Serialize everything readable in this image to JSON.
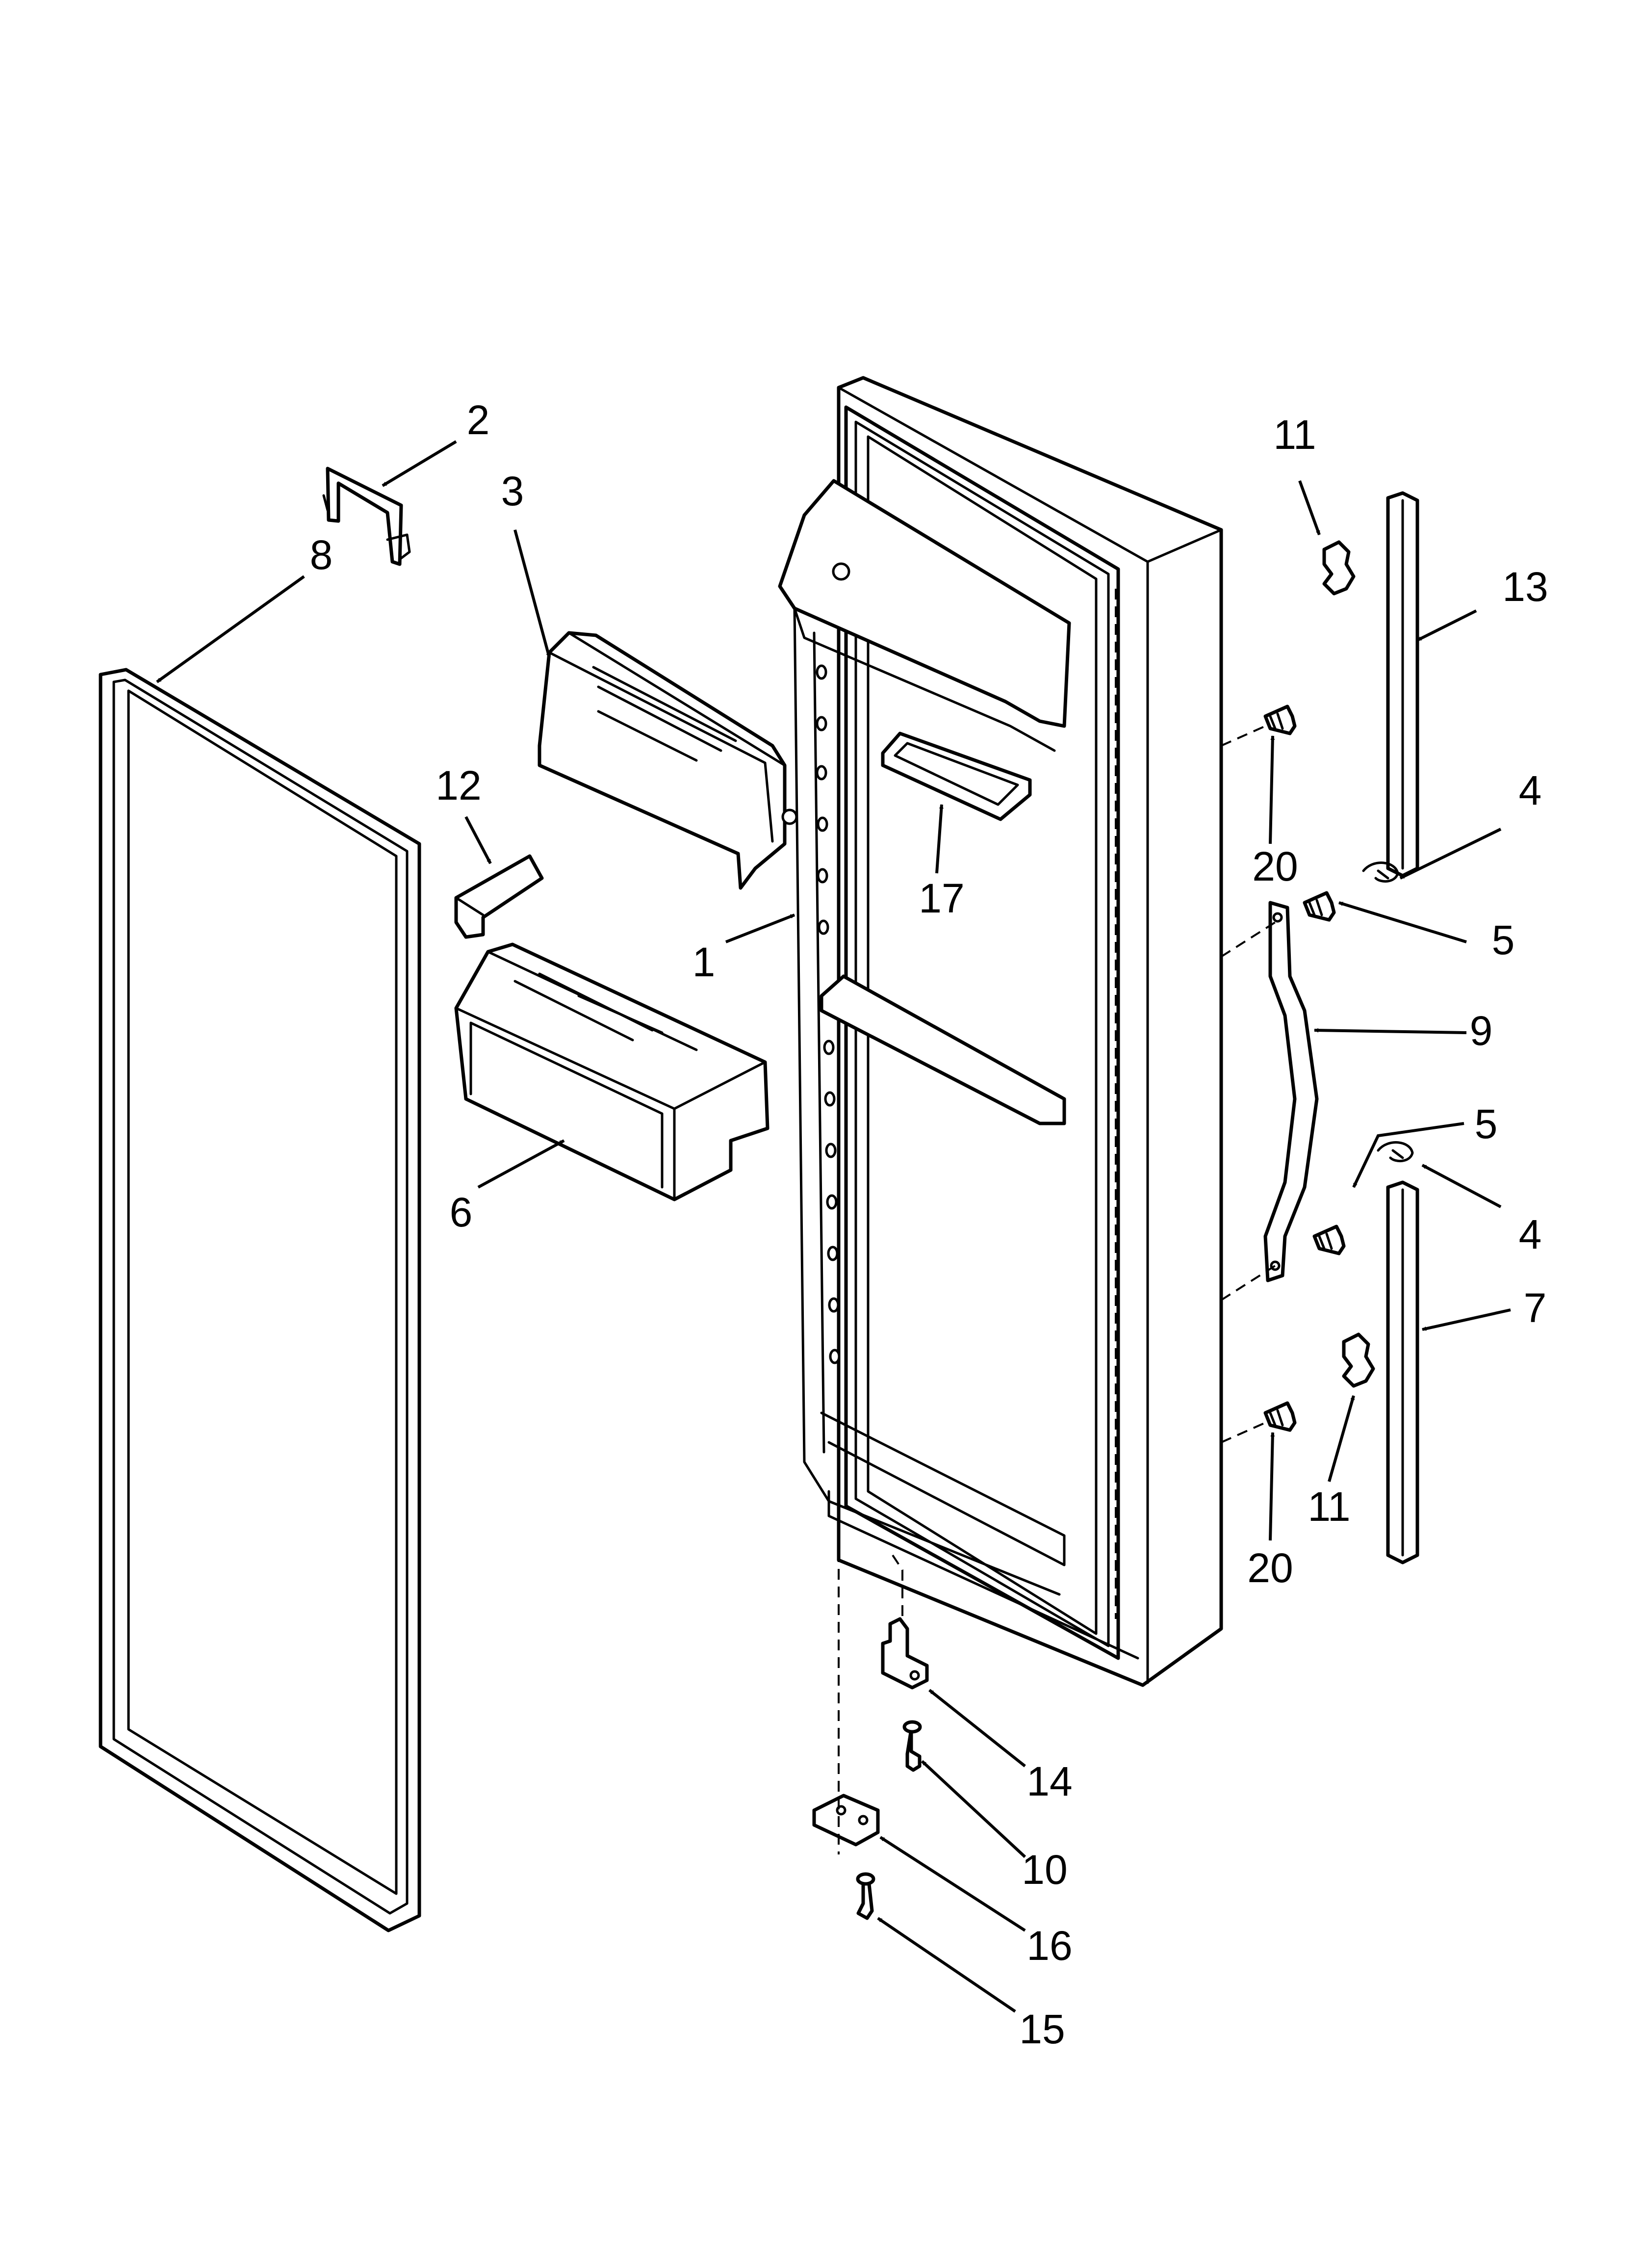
{
  "callouts": [
    {
      "id": "c2",
      "label": "2",
      "part": "door-upper-hinge-cover"
    },
    {
      "id": "c3",
      "label": "3",
      "part": "dairy-door"
    },
    {
      "id": "c8",
      "label": "8",
      "part": "door-gasket"
    },
    {
      "id": "c12",
      "label": "12",
      "part": "small-clip"
    },
    {
      "id": "c1",
      "label": "1",
      "part": "door-liner"
    },
    {
      "id": "c6",
      "label": "6",
      "part": "door-shelf-bin"
    },
    {
      "id": "c17",
      "label": "17",
      "part": "small-tray"
    },
    {
      "id": "c11a",
      "label": "11",
      "part": "handle-clip-top"
    },
    {
      "id": "c13",
      "label": "13",
      "part": "trim-strip-top"
    },
    {
      "id": "c4a",
      "label": "4",
      "part": "clip-top"
    },
    {
      "id": "c20a",
      "label": "20",
      "part": "screw-top"
    },
    {
      "id": "c5a",
      "label": "5",
      "part": "handle-screw-top"
    },
    {
      "id": "c9",
      "label": "9",
      "part": "door-handle"
    },
    {
      "id": "c5b",
      "label": "5",
      "part": "handle-screw-bottom"
    },
    {
      "id": "c4b",
      "label": "4",
      "part": "clip-bottom"
    },
    {
      "id": "c7",
      "label": "7",
      "part": "trim-strip-bottom"
    },
    {
      "id": "c11b",
      "label": "11",
      "part": "handle-clip-bottom"
    },
    {
      "id": "c20b",
      "label": "20",
      "part": "screw-bottom"
    },
    {
      "id": "c14",
      "label": "14",
      "part": "lower-hinge-bracket"
    },
    {
      "id": "c10",
      "label": "10",
      "part": "hinge-screw"
    },
    {
      "id": "c16",
      "label": "16",
      "part": "hinge-block"
    },
    {
      "id": "c15",
      "label": "15",
      "part": "hinge-block-screw"
    }
  ]
}
